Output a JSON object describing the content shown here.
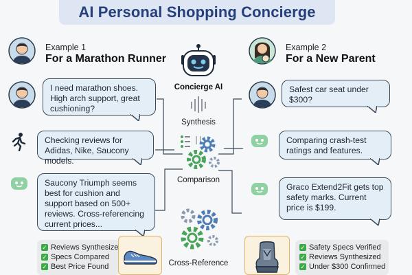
{
  "title": "AI Personal Shopping Concierge",
  "center": {
    "name": "Concierge AI",
    "stages": [
      "Synthesis",
      "Comparison",
      "Cross-Reference"
    ]
  },
  "left": {
    "example_label": "Example 1",
    "example_title": "For a Marathon Runner",
    "user_message": "I need marathon shoes. High arch support, great cushioning?",
    "ai_messages": [
      "Checking reviews for Adidas, Nike, Saucony models.",
      "Saucony Triumph seems best for cushion and support based on 500+ reviews. Cross-referencing current prices..."
    ],
    "checklist": [
      "Reviews Synthesized",
      "Specs Compared",
      "Best Price Found"
    ],
    "product_icon": "running-shoe-icon"
  },
  "right": {
    "example_label": "Example 2",
    "example_title": "For a New Parent",
    "user_message": "Safest car seat under $300?",
    "ai_messages": [
      "Comparing crash-test ratings and features.",
      "Graco Extend2Fit gets top safety marks. Current price is $199."
    ],
    "checklist": [
      "Safety Specs Verified",
      "Reviews Synthesized",
      "Under $300 Confirmed"
    ],
    "product_icon": "car-seat-icon"
  },
  "colors": {
    "title_bg": "#dfe6f3",
    "title_text": "#25407a",
    "bubble_bg": "#e4eef6",
    "robot_green": "#8fd1a3",
    "gear_blue": "#4f7eb5",
    "gear_green": "#4aa35a",
    "check_green": "#3daa47",
    "product_frame": "#e1b468"
  }
}
